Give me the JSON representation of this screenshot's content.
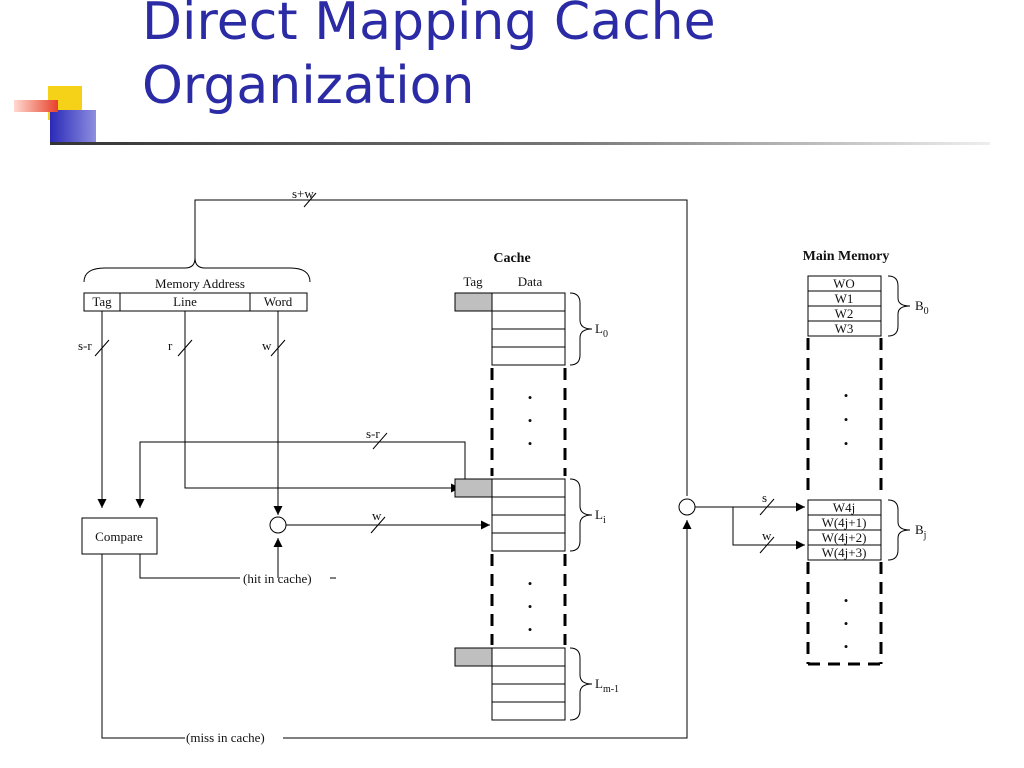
{
  "slide": {
    "title": "Direct Mapping Cache\nOrganization"
  },
  "colors": {
    "title": "#2b2ba5",
    "accent_yellow": "#f5d218",
    "accent_blue": "#2a2ab8",
    "accent_red": "#e8402a",
    "tag_cell": "#bfbfbf"
  },
  "diagram": {
    "top_bus_label": "s+w",
    "memory_address_label": "Memory Address",
    "fields": [
      "Tag",
      "Line",
      "Word"
    ],
    "field_widths": [
      "s-r",
      "r",
      "w"
    ],
    "cache_title": "Cache",
    "cache_columns": [
      "Tag",
      "Data"
    ],
    "cache_line_labels": [
      {
        "base": "L",
        "sub": "0"
      },
      {
        "base": "L",
        "sub": "i"
      },
      {
        "base": "L",
        "sub": "m-1"
      }
    ],
    "compare_bus_label": "s-r",
    "word_bus_label": "w",
    "compare_label": "Compare",
    "hit_label": "(hit in cache)",
    "miss_label": "(miss in cache)",
    "main_memory_title": "Main Memory",
    "memory_words_top": [
      "WO",
      "W1",
      "W2",
      "W3"
    ],
    "memory_words_bj": [
      "W4j",
      "W(4j+1)",
      "W(4j+2)",
      "W(4j+3)"
    ],
    "block_labels": [
      {
        "base": "B",
        "sub": "0"
      },
      {
        "base": "B",
        "sub": "j"
      }
    ],
    "mem_bus_labels": [
      "s",
      "w"
    ],
    "ellipsis_dot": "•"
  }
}
